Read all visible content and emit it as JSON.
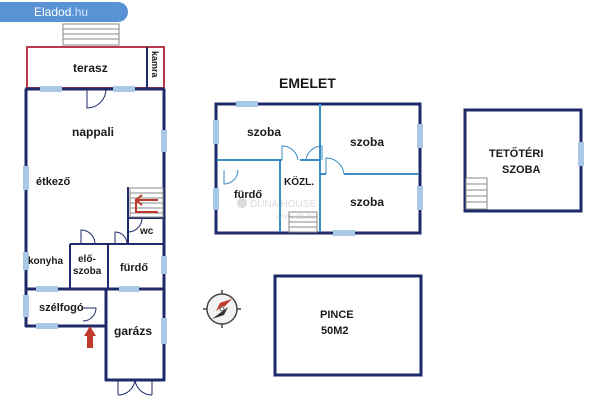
{
  "badge": {
    "brand": "Eladod",
    "tld": ".hu"
  },
  "watermark": {
    "brand": "DUNA HOUSE",
    "url": "www.dh.hu"
  },
  "colors": {
    "wall": "#1f2a6b",
    "terrace_wall": "#b83a4a",
    "window": "#a9c8e6",
    "stair_red": "#c0392b",
    "entry_arrow": "#c0392b"
  },
  "ground_floor": {
    "rooms": {
      "terasz": "terasz",
      "kamra": "kamra",
      "nappali": "nappali",
      "etkezo": "étkező",
      "wc": "wc",
      "konyha": "konyha",
      "eloszoba_1": "elő-",
      "eloszoba_2": "szoba",
      "furdo": "fürdő",
      "szelfogo": "szélfogó",
      "garazs": "garázs"
    }
  },
  "upper_floor": {
    "title": "EMELET",
    "rooms": {
      "szoba_1": "szoba",
      "szoba_2": "szoba",
      "szoba_3": "szoba",
      "furdo": "fürdő",
      "kozl": "KÖZL."
    }
  },
  "attic": {
    "line1": "TETŐTÉRI",
    "line2": "SZOBA"
  },
  "cellar": {
    "line1": "PINCE",
    "line2": "50M2"
  },
  "compass": {
    "icon": "compass-icon"
  }
}
